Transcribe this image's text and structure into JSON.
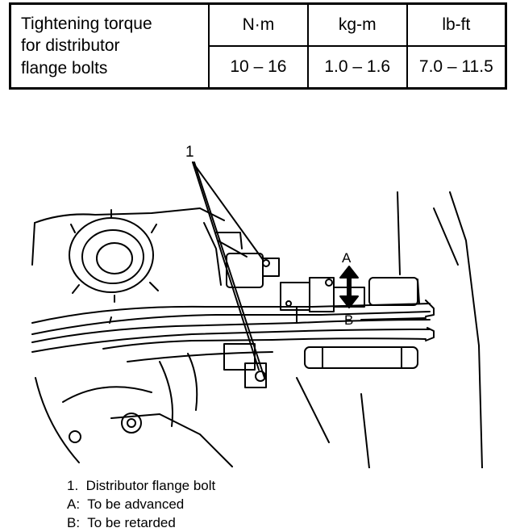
{
  "table": {
    "label_lines": [
      "Tightening torque",
      "for distributor",
      "flange bolts"
    ],
    "units": [
      "N·m",
      "kg-m",
      "lb-ft"
    ],
    "values": [
      "10 – 16",
      "1.0 – 1.6",
      "7.0 – 11.5"
    ]
  },
  "figure": {
    "callout_1": "1",
    "callout_a": "A",
    "callout_b": "B"
  },
  "legend": [
    "1.  Distributor flange bolt",
    "A:  To be advanced",
    "B:  To be retarded"
  ]
}
